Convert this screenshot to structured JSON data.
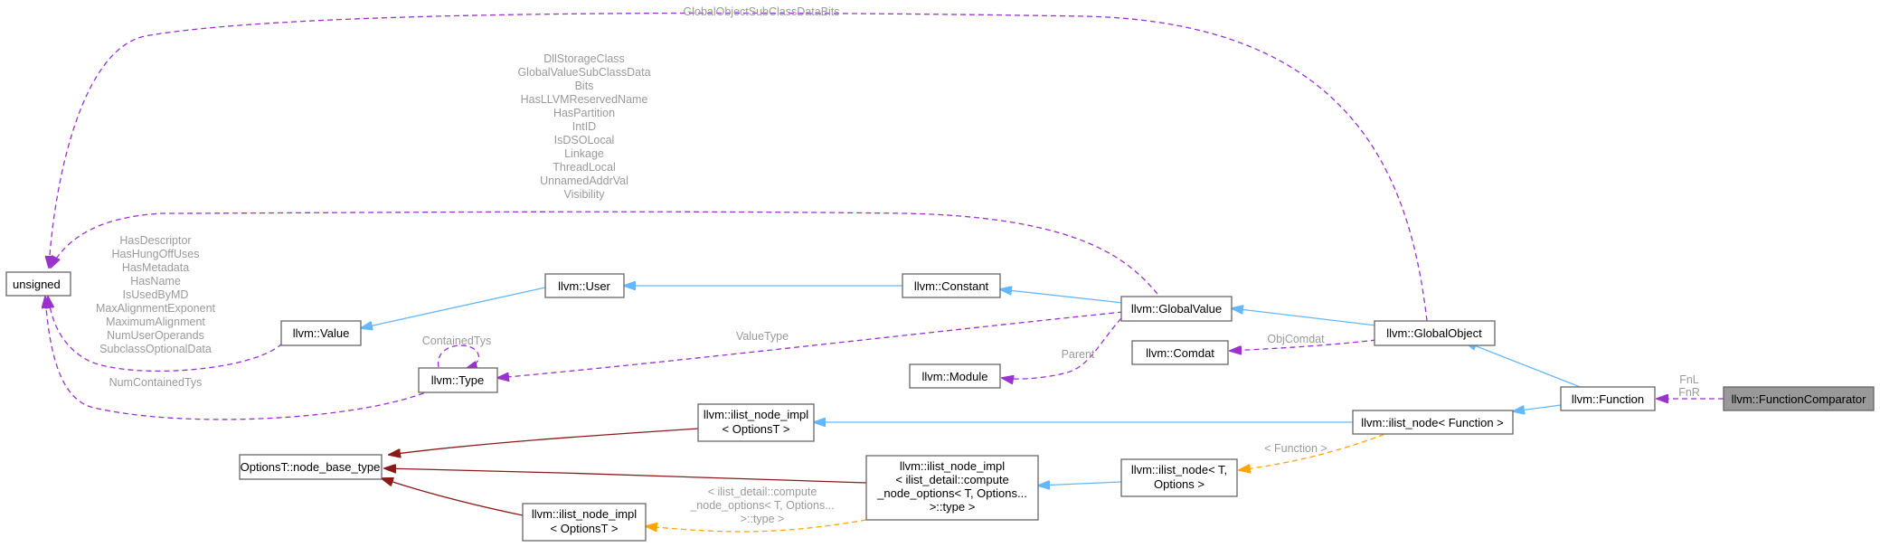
{
  "nodes": {
    "unsigned": "unsigned",
    "llvm_value": "llvm::Value",
    "llvm_user": "llvm::User",
    "llvm_type": "llvm::Type",
    "llvm_constant": "llvm::Constant",
    "llvm_module": "llvm::Module",
    "llvm_globalvalue": "llvm::GlobalValue",
    "llvm_comdat": "llvm::Comdat",
    "llvm_globalobject": "llvm::GlobalObject",
    "llvm_function": "llvm::Function",
    "llvm_functioncomparator": "llvm::FunctionComparator",
    "ilist_node_function": "llvm::ilist_node< Function >",
    "node_base_type": "OptionsT::node_base_type",
    "ilist_node_impl_a": [
      "llvm::ilist_node_impl",
      "< OptionsT >"
    ],
    "ilist_node_impl_b": [
      "llvm::ilist_node_impl",
      "< OptionsT >"
    ],
    "ilist_node_impl_compute": [
      "llvm::ilist_node_impl",
      "< ilist_detail::compute",
      "_node_options< T, Options...",
      ">::type >"
    ],
    "ilist_node_t": [
      "llvm::ilist_node< T,",
      "Options >"
    ]
  },
  "edge_labels": {
    "global_object_subclass": "GlobalObjectSubClassDataBits",
    "global_value_fields": [
      "DllStorageClass",
      "GlobalValueSubClassData",
      "Bits",
      "HasLLVMReservedName",
      "HasPartition",
      "IntID",
      "IsDSOLocal",
      "Linkage",
      "ThreadLocal",
      "UnnamedAddrVal",
      "Visibility"
    ],
    "value_fields": [
      "HasDescriptor",
      "HasHungOffUses",
      "HasMetadata",
      "HasName",
      "IsUsedByMD",
      "MaxAlignmentExponent",
      "MaximumAlignment",
      "NumUserOperands",
      "SubclassOptionalData"
    ],
    "contained_tys": "ContainedTys",
    "num_contained_tys": "NumContainedTys",
    "value_type": "ValueType",
    "parent": "Parent",
    "obj_comdat": "ObjComdat",
    "fnl": "FnL",
    "fnr": "FnR",
    "function_tmpl": "< Function >",
    "compute_tmpl": [
      "< ilist_detail::compute",
      "_node_options< T, Options...",
      ">::type >"
    ]
  },
  "colors": {
    "inheritance": "#63b8ff",
    "usage": "#9a32cd",
    "template": "#ffa500",
    "base": "#8b1a1a",
    "label": "#9a9a9a",
    "selected_fill": "#999999"
  }
}
